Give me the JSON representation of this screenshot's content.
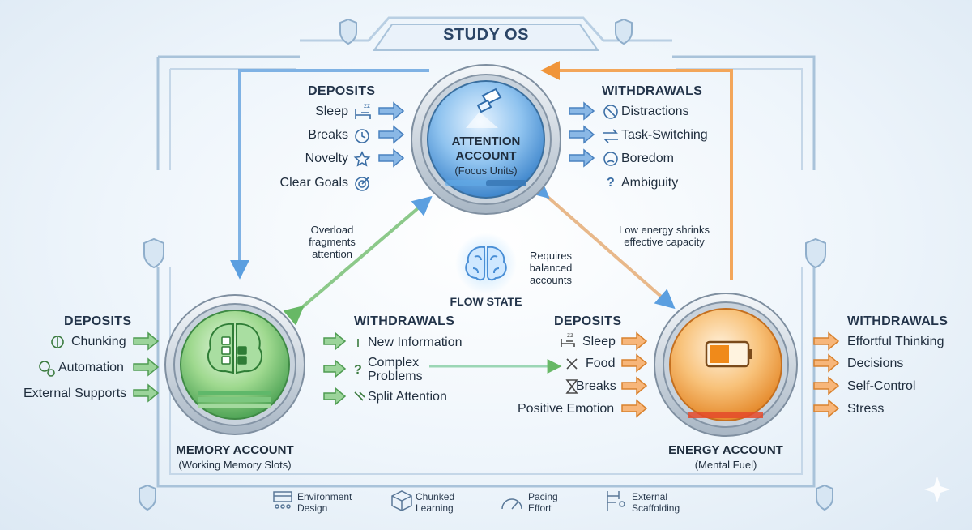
{
  "header": {
    "title": "STUDY OS"
  },
  "attention": {
    "title_line1": "ATTENTION",
    "title_line2": "ACCOUNT",
    "subtitle": "(Focus Units)",
    "deposits_heading": "DEPOSITS",
    "deposits": [
      {
        "label": "Sleep",
        "icon": "bed-icon"
      },
      {
        "label": "Breaks",
        "icon": "clock-icon"
      },
      {
        "label": "Novelty",
        "icon": "star-icon"
      },
      {
        "label": "Clear Goals",
        "icon": "target-icon"
      }
    ],
    "withdrawals_heading": "WITHDRAWALS",
    "withdrawals": [
      {
        "label": "Distractions",
        "icon": "blocked-icon"
      },
      {
        "label": "Task-Switching",
        "icon": "swap-arrows-icon"
      },
      {
        "label": "Boredom",
        "icon": "frown-icon"
      },
      {
        "label": "Ambiguity",
        "icon": "question-icon"
      }
    ]
  },
  "memory": {
    "title": "MEMORY ACCOUNT",
    "subtitle": "(Working Memory Slots)",
    "deposits_heading": "DEPOSITS",
    "deposits": [
      {
        "label": "Chunking",
        "icon": "brain-icon"
      },
      {
        "label": "Automation",
        "icon": "gears-icon"
      },
      {
        "label": "External Supports",
        "icon": ""
      }
    ],
    "withdrawals_heading": "WITHDRAWALS",
    "withdrawals": [
      {
        "label": "New Information",
        "icon": "info-icon"
      },
      {
        "label": "Complex",
        "label2": "Problems",
        "icon": "question-icon"
      },
      {
        "label": "Split Attention",
        "icon": "split-icon"
      }
    ]
  },
  "energy": {
    "title": "ENERGY ACCOUNT",
    "subtitle": "(Mental Fuel)",
    "deposits_heading": "DEPOSITS",
    "deposits": [
      {
        "label": "Sleep",
        "icon": "bed-icon"
      },
      {
        "label": "Food",
        "icon": "utensils-icon"
      },
      {
        "label": "Breaks",
        "icon": "hourglass-icon"
      },
      {
        "label": "Positive Emotion",
        "icon": ""
      }
    ],
    "withdrawals_heading": "WITHDRAWALS",
    "withdrawals": [
      {
        "label": "Effortful Thinking"
      },
      {
        "label": "Decisions"
      },
      {
        "label": "Self-Control"
      },
      {
        "label": "Stress"
      }
    ]
  },
  "notes": {
    "overload": [
      "Overload",
      "fragments",
      "attention"
    ],
    "low_energy": [
      "Low energy shrinks",
      "effective capacity"
    ],
    "requires": [
      "Requires",
      "balanced",
      "accounts"
    ]
  },
  "flow": {
    "label": "FLOW STATE"
  },
  "footer": [
    {
      "line1": "Environment",
      "line2": "Design",
      "icon": "environment-icon"
    },
    {
      "line1": "Chunked",
      "line2": "Learning",
      "icon": "cube-icon"
    },
    {
      "line1": "Pacing",
      "line2": "Effort",
      "icon": "gauge-icon"
    },
    {
      "line1": "External",
      "line2": "Scaffolding",
      "icon": "scaffolding-icon"
    }
  ],
  "colors": {
    "attention": "#4a90d9",
    "memory": "#5fb86a",
    "energy": "#f0953a",
    "frame": "#9fbad3",
    "text": "#1f2d3d"
  }
}
